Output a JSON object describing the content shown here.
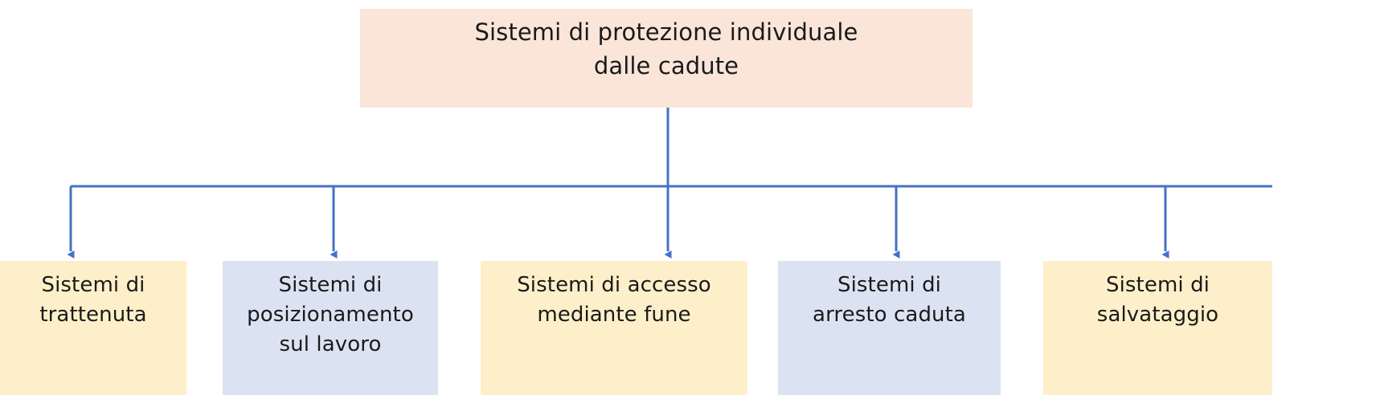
{
  "diagram": {
    "title": "Sistemi di protezione individuale dalle cadute",
    "root": {
      "label": "Sistemi di protezione individuale\ndalle cadute",
      "fill": "#FAE5D8"
    },
    "connector_color": "#4472C4",
    "children": [
      {
        "label": "Sistemi di\ntrattenuta",
        "fill": "#FDEFC9"
      },
      {
        "label": "Sistemi di\nposizionamento\nsul lavoro",
        "fill": "#DBE3F3"
      },
      {
        "label": "Sistemi di accesso\nmediante fune",
        "fill": "#FDEFC9"
      },
      {
        "label": "Sistemi di\narresto caduta",
        "fill": "#DBE3F3"
      },
      {
        "label": "Sistemi di\nsalvataggio",
        "fill": "#FDEFC9"
      }
    ]
  }
}
